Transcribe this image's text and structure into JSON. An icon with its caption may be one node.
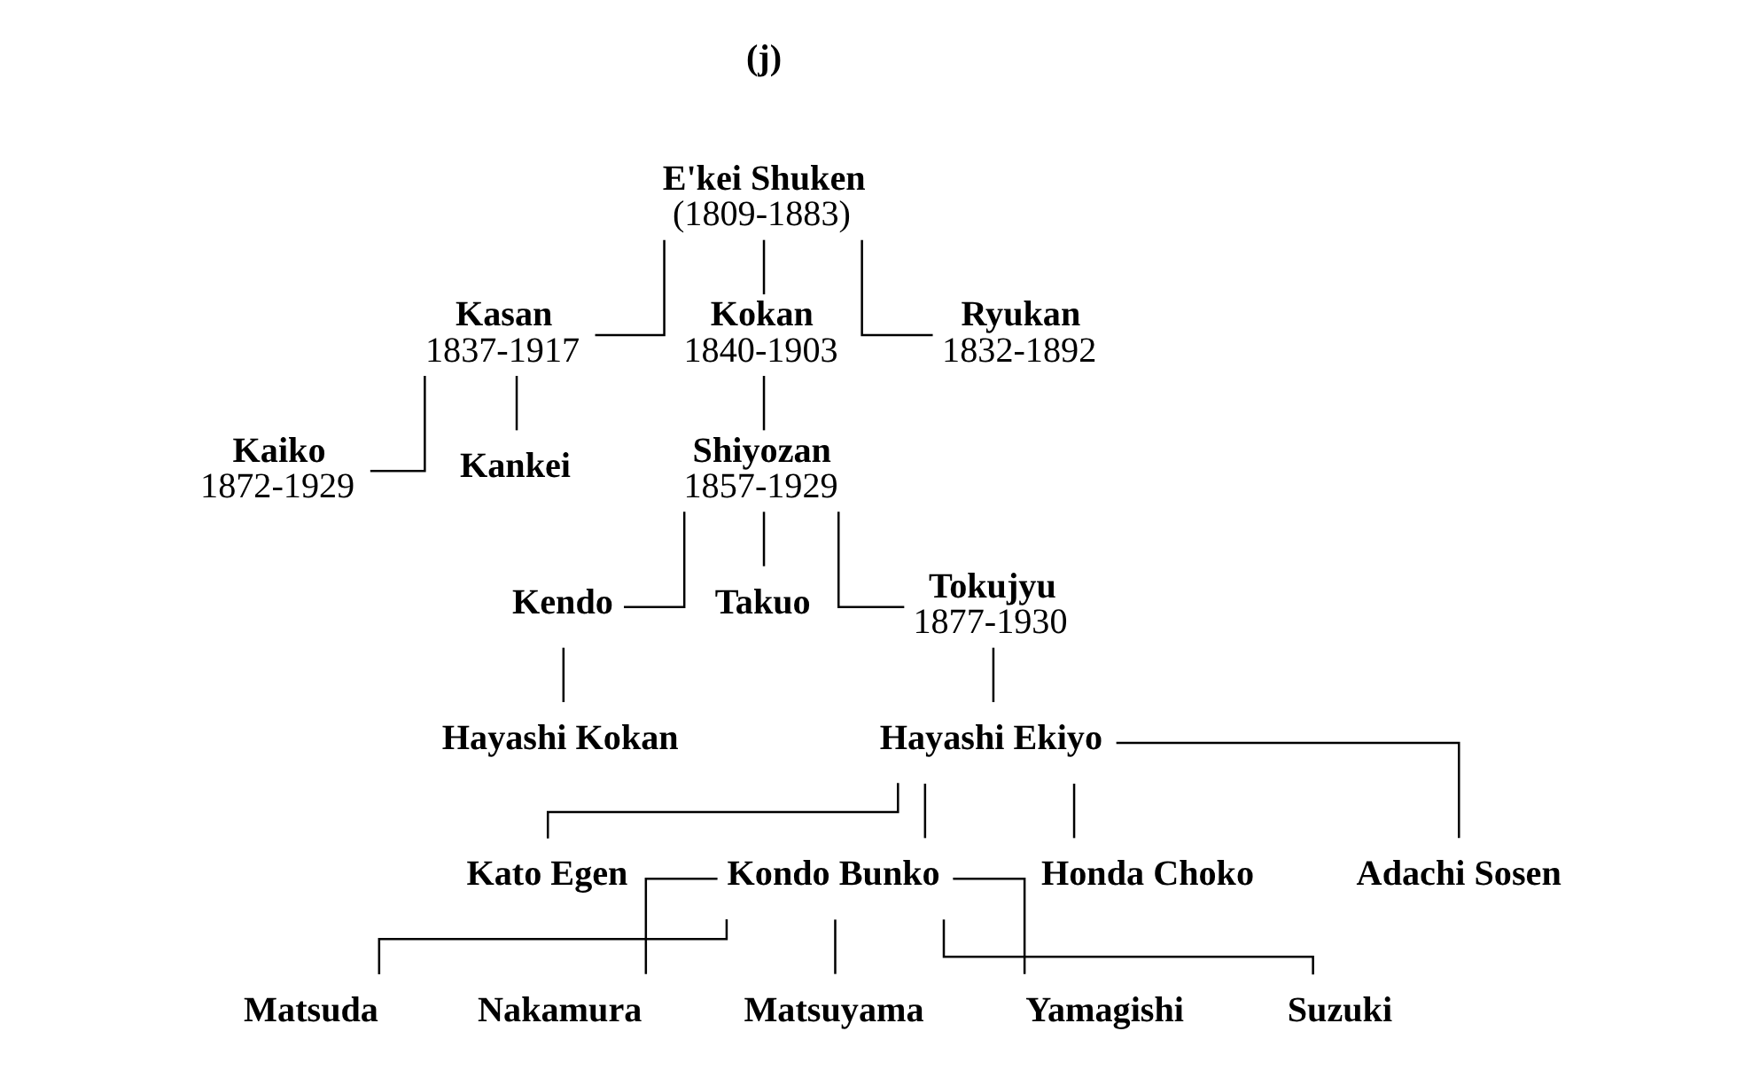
{
  "diagram": {
    "nodes": [
      {
        "text": [
          "E'kei Shuken",
          "(1809-1883)"
        ]
      },
      {
        "text": [
          "Kasan",
          "1837-1917"
        ]
      },
      {
        "text": [
          "Kokan",
          "1840-1903"
        ]
      },
      {
        "text": [
          "Ryukan",
          "1832-1892"
        ]
      },
      {
        "text": [
          "Kaiko",
          "1872-1929"
        ]
      },
      {
        "text": [
          "Kankei"
        ]
      },
      {
        "text": [
          "Shiyozan",
          "1857-1929"
        ]
      },
      {
        "text": [
          "Kendo"
        ]
      },
      {
        "text": [
          "Takuo"
        ]
      },
      {
        "text": [
          "Tokujyu",
          "1877-1930"
        ]
      },
      {
        "text": [
          "Hayashi Kokan"
        ]
      },
      {
        "text": [
          "Hayashi Ekiyo"
        ]
      },
      {
        "text": [
          "Kato Egen"
        ]
      },
      {
        "text": [
          "Kondo Bunko"
        ]
      },
      {
        "text": [
          "Honda Choko"
        ]
      },
      {
        "text": [
          "Adachi Sosen"
        ]
      },
      {
        "text": [
          "Matsuda"
        ]
      },
      {
        "text": [
          "Nakamura"
        ]
      },
      {
        "text": [
          "Matsuyama"
        ]
      },
      {
        "text": [
          "Yamagishi"
        ]
      },
      {
        "text": [
          "Suzuki"
        ]
      }
    ],
    "edges": [
      {
        "from": 0,
        "to": 1,
        "arrow": "none"
      },
      {
        "from": 0,
        "to": 2,
        "arrow": "none"
      },
      {
        "from": 0,
        "to": 3,
        "arrow": "none"
      },
      {
        "from": 1,
        "to": 4,
        "arrow": "none"
      },
      {
        "from": 1,
        "to": 5,
        "arrow": "none"
      },
      {
        "from": 2,
        "to": 6,
        "arrow": "none"
      },
      {
        "from": 6,
        "to": 7,
        "arrow": "none"
      },
      {
        "from": 6,
        "to": 8,
        "arrow": "none"
      },
      {
        "from": 6,
        "to": 9,
        "arrow": "none"
      },
      {
        "from": 7,
        "to": 10,
        "arrow": "none"
      },
      {
        "from": 9,
        "to": 11,
        "arrow": "none"
      },
      {
        "from": 11,
        "to": 12,
        "arrow": "none"
      },
      {
        "from": 11,
        "to": 13,
        "arrow": "none"
      },
      {
        "from": 11,
        "to": 14,
        "arrow": "none"
      },
      {
        "from": 11,
        "to": 15,
        "arrow": "none"
      },
      {
        "from": 13,
        "to": 16,
        "arrow": "none"
      },
      {
        "from": 13,
        "to": 17,
        "arrow": "none"
      },
      {
        "from": 13,
        "to": 18,
        "arrow": "none"
      },
      {
        "from": 13,
        "to": 19,
        "arrow": "none"
      },
      {
        "from": 13,
        "to": 20,
        "arrow": "none"
      }
    ],
    "labels": [
      "(j)"
    ]
  }
}
